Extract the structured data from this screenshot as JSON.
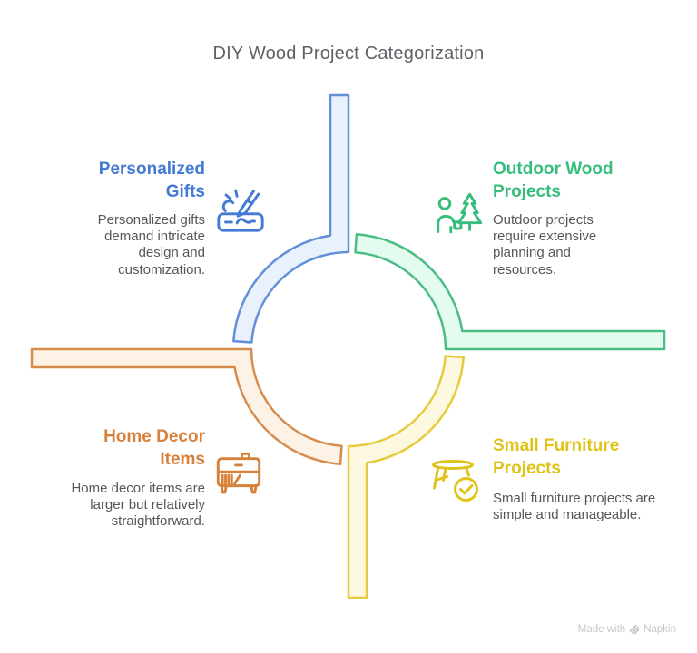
{
  "title": "DIY Wood Project Categorization",
  "title_color": "#5e6267",
  "body_color": "#54585a",
  "watermark": {
    "prefix": "Made with",
    "brand": "Napkin",
    "color": "#c6c9cc",
    "logo": "napkin-logo-icon"
  },
  "quadrants": [
    {
      "id": "personalized-gifts",
      "heading": "Personalized\nGifts",
      "body": "Personalized gifts\ndemand intricate\ndesign and\ncustomization.",
      "accent": "#4479d4",
      "arm_stroke": "#6190d8",
      "arm_fill": "#e9f1fc",
      "icon": "engraving-tool-icon",
      "position": "top-left"
    },
    {
      "id": "outdoor-wood-projects",
      "heading": "Outdoor Wood\nProjects",
      "body": "Outdoor projects\nrequire extensive\nplanning and\nresources.",
      "accent": "#35bd7c",
      "arm_stroke": "#4bbc82",
      "arm_fill": "#e4fbef",
      "icon": "person-planting-tree-icon",
      "position": "top-right"
    },
    {
      "id": "home-decor-items",
      "heading": "Home Decor\nItems",
      "body": "Home decor items are\nlarger but relatively\nstraightforward.",
      "accent": "#d8813a",
      "arm_stroke": "#d68c4d",
      "arm_fill": "#fdf2e6",
      "icon": "cabinet-icon",
      "position": "bottom-left"
    },
    {
      "id": "small-furniture-projects",
      "heading": "Small Furniture\nProjects",
      "body": "Small furniture projects are\nsimple and manageable.",
      "accent": "#dfc31a",
      "arm_stroke": "#e6cb3f",
      "arm_fill": "#fdf8e0",
      "icon": "stool-with-checkmark-icon",
      "position": "bottom-right"
    }
  ]
}
